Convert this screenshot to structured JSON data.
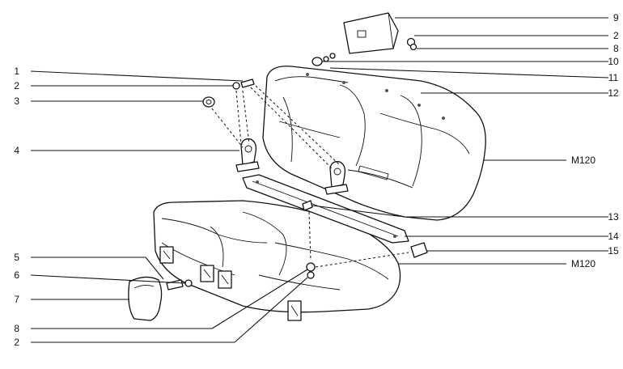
{
  "callouts": {
    "left": [
      {
        "id": "c-left-1",
        "text": "1"
      },
      {
        "id": "c-left-2a",
        "text": "2"
      },
      {
        "id": "c-left-3",
        "text": "3"
      },
      {
        "id": "c-left-4",
        "text": "4"
      },
      {
        "id": "c-left-5",
        "text": "5"
      },
      {
        "id": "c-left-6",
        "text": "6"
      },
      {
        "id": "c-left-7",
        "text": "7"
      },
      {
        "id": "c-left-8",
        "text": "8"
      },
      {
        "id": "c-left-2b",
        "text": "2"
      }
    ],
    "right": [
      {
        "id": "c-right-9",
        "text": "9"
      },
      {
        "id": "c-right-2",
        "text": "2"
      },
      {
        "id": "c-right-8",
        "text": "8"
      },
      {
        "id": "c-right-10",
        "text": "10"
      },
      {
        "id": "c-right-11",
        "text": "11"
      },
      {
        "id": "c-right-12",
        "text": "12"
      },
      {
        "id": "c-right-m120a",
        "text": "M120"
      },
      {
        "id": "c-right-13",
        "text": "13"
      },
      {
        "id": "c-right-14",
        "text": "14"
      },
      {
        "id": "c-right-15",
        "text": "15"
      },
      {
        "id": "c-right-m120b",
        "text": "M120"
      }
    ]
  }
}
